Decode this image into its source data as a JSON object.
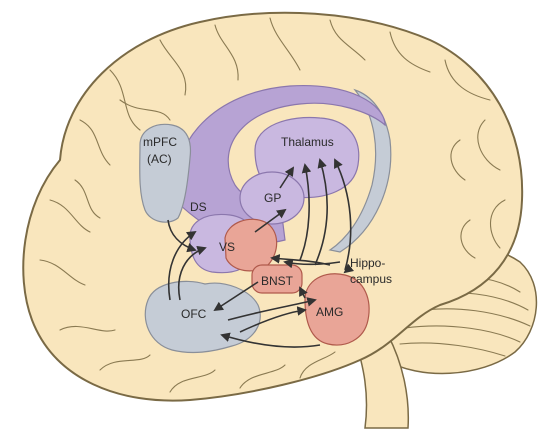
{
  "colors": {
    "brain_fill": "#f9e6bd",
    "brain_outline": "#7a6a45",
    "striatum_purple": "#b7a3d4",
    "thalamus_purple": "#c9b8e0",
    "blue_gray": "#c5ccd6",
    "salmon": "#e9a597",
    "arrow": "#333333"
  },
  "labels": {
    "mpfc": "mPFC",
    "ac": "(AC)",
    "thalamus": "Thalamus",
    "gp": "GP",
    "ds": "DS",
    "vs": "VS",
    "bnst": "BNST",
    "hippo_1": "Hippo-",
    "hippo_2": "campus",
    "ofc": "OFC",
    "amg": "AMG"
  }
}
